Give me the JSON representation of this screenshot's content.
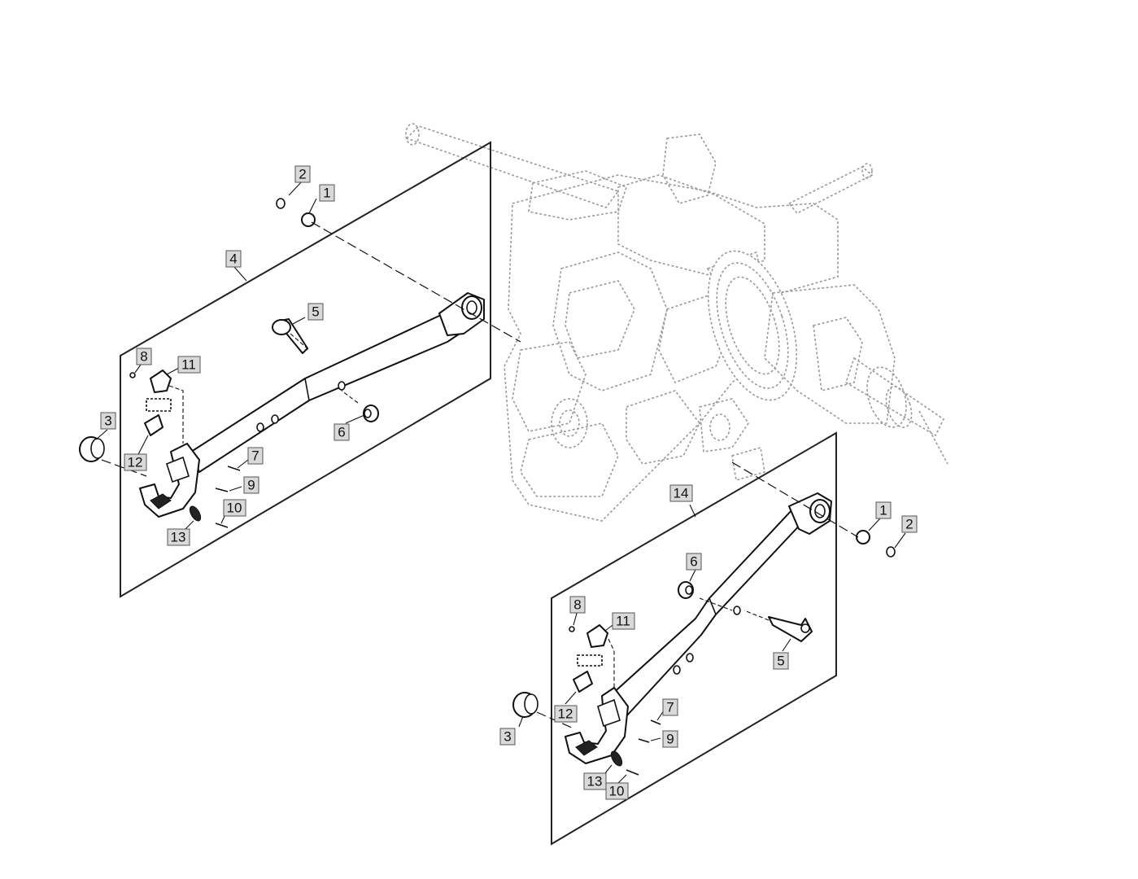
{
  "callouts": {
    "c1a": "1",
    "c2a": "2",
    "c3a": "3",
    "c4": "4",
    "c5a": "5",
    "c6a": "6",
    "c7a": "7",
    "c8a": "8",
    "c9a": "9",
    "c10a": "10",
    "c11a": "11",
    "c12a": "12",
    "c13a": "13",
    "c14": "14",
    "c1b": "1",
    "c2b": "2",
    "c3b": "3",
    "c5b": "5",
    "c6b": "6",
    "c7b": "7",
    "c8b": "8",
    "c9b": "9",
    "c10b": "10",
    "c11b": "11",
    "c12b": "12",
    "c13b": "13"
  }
}
